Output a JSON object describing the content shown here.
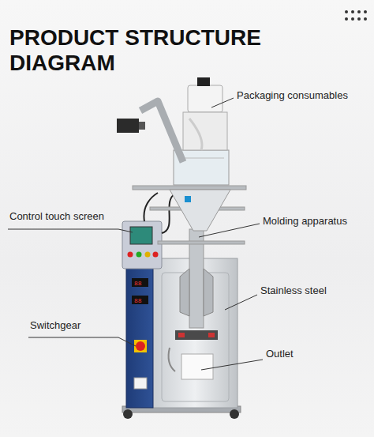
{
  "diagram": {
    "title": "PRODUCT STRUCTURE DIAGRAM",
    "labels": [
      "Packaging consumables",
      "Control touch screen",
      "Molding apparatus",
      "Stainless steel",
      "Switchgear",
      "Outlet"
    ]
  }
}
